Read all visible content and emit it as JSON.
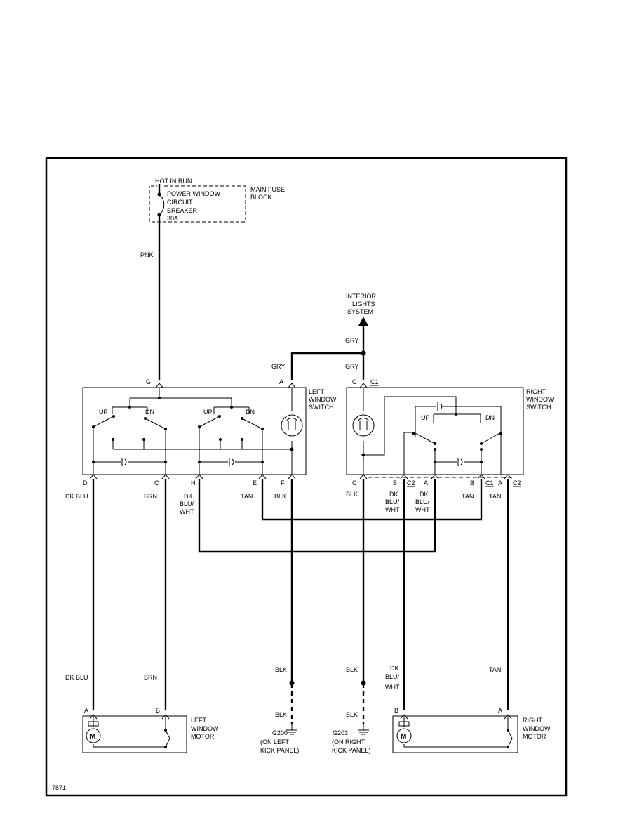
{
  "fuse_block": {
    "hot_in_run": "HOT IN RUN",
    "breaker_lines": [
      "POWER WINDOW",
      "CIRCUIT",
      "BREAKER",
      "30A"
    ],
    "block_lines": [
      "MAIN FUSE",
      "BLOCK"
    ]
  },
  "interior_lights": [
    "INTERIOR",
    "LIGHTS",
    "SYSTEM"
  ],
  "left_switch": {
    "title_lines": [
      "LEFT",
      "WINDOW",
      "SWITCH"
    ],
    "pin_g": "G",
    "pin_a": "A",
    "up1": "UP",
    "dn1": "DN",
    "up2": "UP",
    "dn2": "DN",
    "pins": [
      "D",
      "C",
      "H",
      "E",
      "F"
    ]
  },
  "right_switch": {
    "title_lines": [
      "RIGHT",
      "WINDOW",
      "SWITCH"
    ],
    "pin_c_top": "C",
    "conn_c1_top": "C1",
    "up": "UP",
    "dn": "DN",
    "pin_c": "C",
    "pin_b1": "B",
    "conn_c2a": "C2",
    "pin_a1": "A",
    "pin_b2": "B",
    "conn_c1": "C1",
    "pin_a2": "A",
    "conn_c2b": "C2"
  },
  "wire_colors": {
    "pnk": "PNK",
    "gry_left": "GRY",
    "gry_top": "GRY",
    "gry_right": "GRY",
    "dk_blu": "DK BLU",
    "brn": "BRN",
    "dk_blu_wht": [
      "DK",
      "BLU/",
      "WHT"
    ],
    "tan_left": "TAN",
    "blk_left": "BLK",
    "blk_right": "BLK",
    "dk_blu_wht_r1": [
      "DK",
      "BLU/",
      "WHT"
    ],
    "dk_blu_wht_r2": [
      "DK",
      "BLU/",
      "WHT"
    ],
    "tan_r1": "TAN",
    "tan_r2": "TAN",
    "dk_blu_lower": "DK BLU",
    "brn_lower": "BRN",
    "blk_lower_l1": "BLK",
    "blk_lower_l2": "BLK",
    "blk_lower_r1": "BLK",
    "blk_lower_r2": "BLK",
    "dk_blu_wht_lower": [
      "DK",
      "BLU/",
      "WHT"
    ],
    "tan_lower": "TAN"
  },
  "left_motor": {
    "pin_a": "A",
    "pin_b": "B",
    "motor": "M",
    "title_lines": [
      "LEFT",
      "WINDOW",
      "MOTOR"
    ]
  },
  "right_motor": {
    "pin_b": "B",
    "pin_a": "A",
    "motor": "M",
    "title_lines": [
      "RIGHT",
      "WINDOW",
      "MOTOR"
    ]
  },
  "grounds": {
    "g200": [
      "G200",
      "(ON LEFT",
      "KICK PANEL)"
    ],
    "g203": [
      "G203",
      "(ON RIGHT",
      "KICK PANEL)"
    ]
  },
  "figure_number": "7871"
}
